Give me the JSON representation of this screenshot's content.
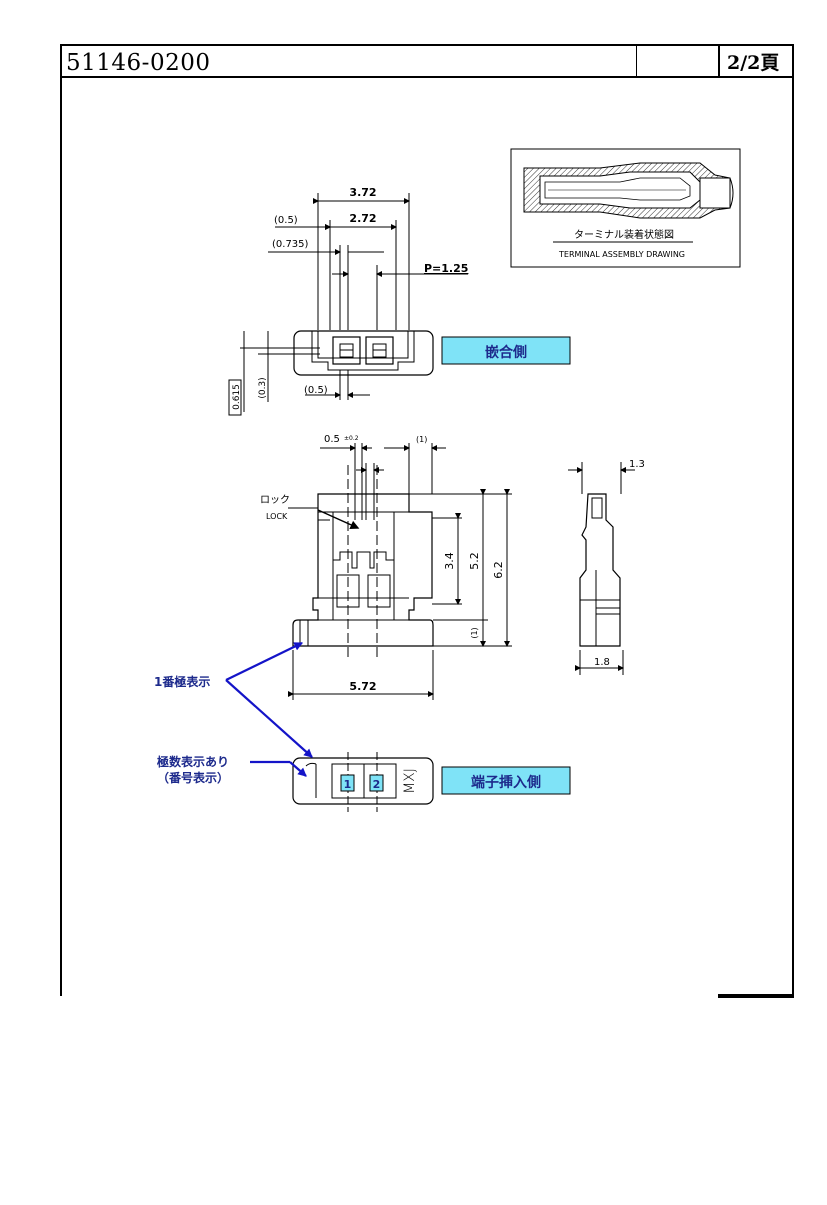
{
  "header": {
    "part_number": "51146-0200",
    "page": "2/2頁"
  },
  "terminal_box": {
    "caption_jp": "ターミナル装着状態図",
    "caption_en": "TERMINAL ASSEMBLY DRAWING"
  },
  "top_view": {
    "dim_overall": "3.72",
    "dim_inner": "2.72",
    "dim_offset_1": "(0.5)",
    "dim_offset_2": "(0.735)",
    "pitch": "P=1.25",
    "dim_left_1": "0.615",
    "dim_left_2": "(0.3)",
    "dim_bottom": "(0.5)",
    "label": "嵌合側"
  },
  "front_view": {
    "dim_slot": "0.5",
    "dim_slot_tol": "±0.2",
    "dim_top_right": "(1)",
    "lock_jp": "ロック",
    "lock_en": "LOCK",
    "dim_h1": "3.4",
    "dim_h2": "5.2",
    "dim_h3": "6.2",
    "dim_h4": "(1)",
    "dim_width": "5.72"
  },
  "side_view": {
    "dim_top": "1.3",
    "dim_bottom": "1.8"
  },
  "annotations": {
    "pin1_mark": "1番極表示",
    "pole_number_1": "極数表示あり",
    "pole_number_2": "（番号表示）",
    "insert_side": "端子挿入側",
    "brand": "MXJ",
    "cavity_1": "1",
    "cavity_2": "2"
  },
  "colors": {
    "label_fill": "#7fe3f7",
    "label_text": "#1d2a8c",
    "arrow": "#1414c8",
    "line": "#000000"
  }
}
